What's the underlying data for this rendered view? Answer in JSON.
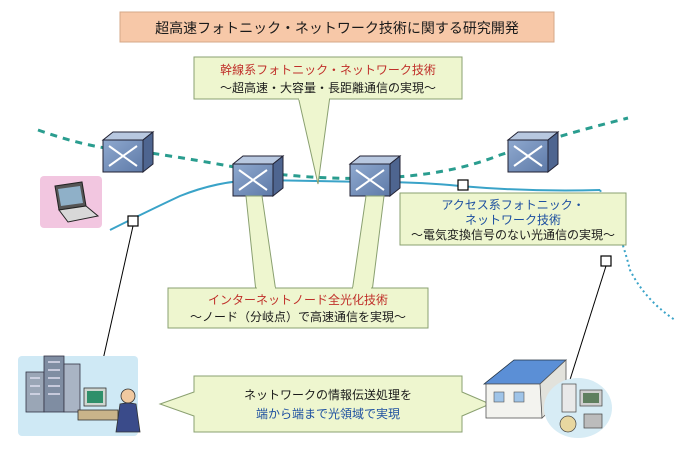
{
  "title": "超高速フォトニック・ネットワーク技術に関する研究開発",
  "callouts": {
    "backbone": {
      "line1": "幹線系フォトニック・ネットワーク技術",
      "line2": "〜超高速・大容量・長距離通信の実現〜"
    },
    "access": {
      "line1": "アクセス系フォトニック・",
      "line2": "ネットワーク技術",
      "line3": "〜電気変換信号のない光通信の実現〜"
    },
    "node": {
      "line1": "インターネットノード全光化技術",
      "line2": "〜ノード（分岐点）で高速通信を実現〜"
    },
    "end_to_end": {
      "line1": "ネットワークの情報伝送処理を",
      "line2": "端から端まで光領域で実現"
    }
  },
  "colors": {
    "title_bg": "#f7c8a8",
    "callout_bg": "#eef6cf",
    "callout_border": "#8aa070",
    "label_red": "#c0302a",
    "label_blue": "#1c4fa0",
    "teal_dashed": "#2a9d8f",
    "cyan_line": "#3aa3c8",
    "node_face": "#6f8cb8"
  }
}
